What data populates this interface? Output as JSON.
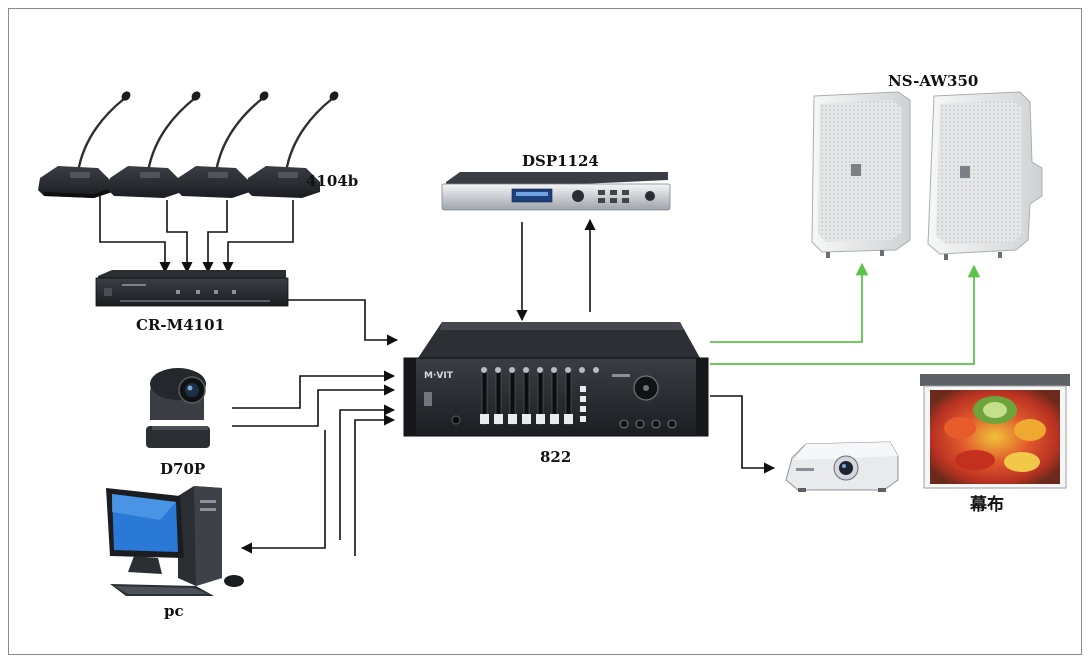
{
  "diagram": {
    "labels": {
      "mics": "4104b",
      "controller": "CR-M4101",
      "dsp": "DSP1124",
      "mixer": "822",
      "speakers": "NS-AW350",
      "camera": "D70P",
      "pc": "pc",
      "screen": "幕布"
    },
    "colors": {
      "wire": "#111111",
      "speaker_wire": "#5cc24a",
      "device_dark": "#1f2226",
      "panel_silver": "#c9ccd1",
      "speaker_white": "#e7e9ea"
    },
    "icons": {
      "mics": "gooseneck-microphone-icon",
      "controller": "rack-unit-icon",
      "dsp": "rack-processor-icon",
      "mixer": "mixer-amplifier-icon",
      "speakers": "wall-speaker-icon",
      "camera": "ptz-camera-icon",
      "pc": "desktop-computer-icon",
      "projector": "projector-icon",
      "screen": "projection-screen-icon"
    }
  }
}
